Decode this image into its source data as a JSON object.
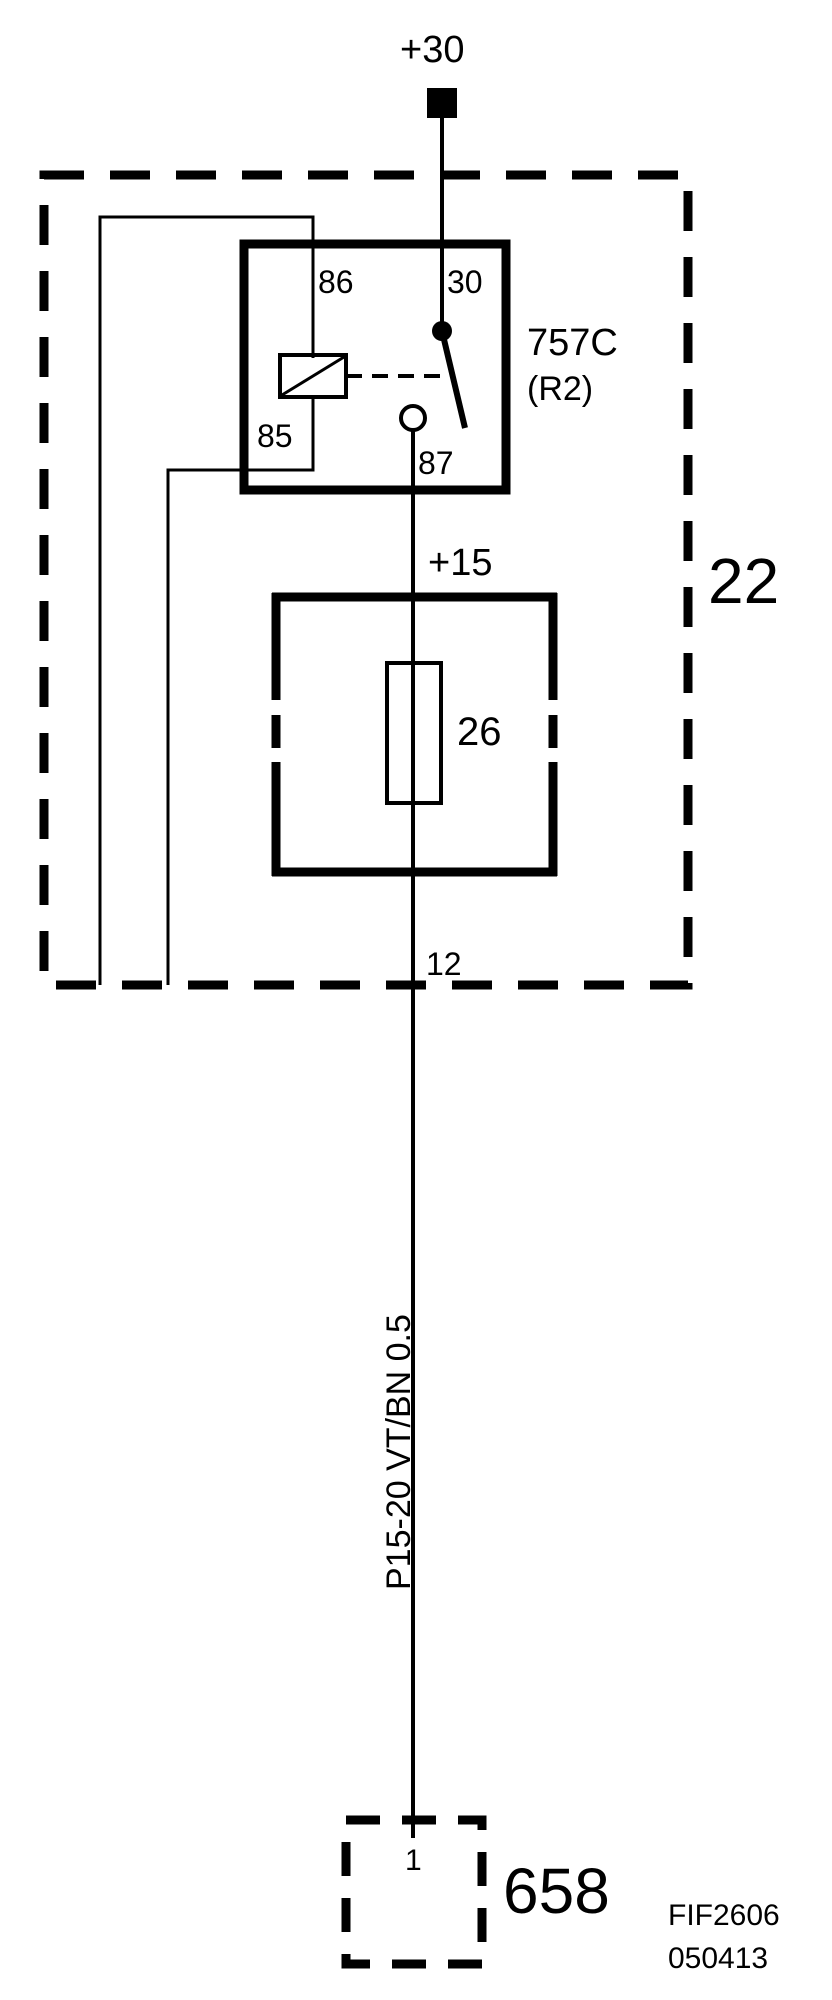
{
  "supply": {
    "label": "+30"
  },
  "module": {
    "number": "22"
  },
  "relay": {
    "name": "757C",
    "ref": "(R2)",
    "pins": {
      "p86": "86",
      "p85": "85",
      "p30": "30",
      "p87": "87"
    }
  },
  "fuse": {
    "supply_label": "+15",
    "number": "26"
  },
  "module_output_pin": "12",
  "wire": {
    "label": "P15-20  VT/BN  0.5"
  },
  "connector": {
    "pin": "1",
    "number": "658"
  },
  "figure_code": "FIF2606",
  "figure_date": "050413"
}
